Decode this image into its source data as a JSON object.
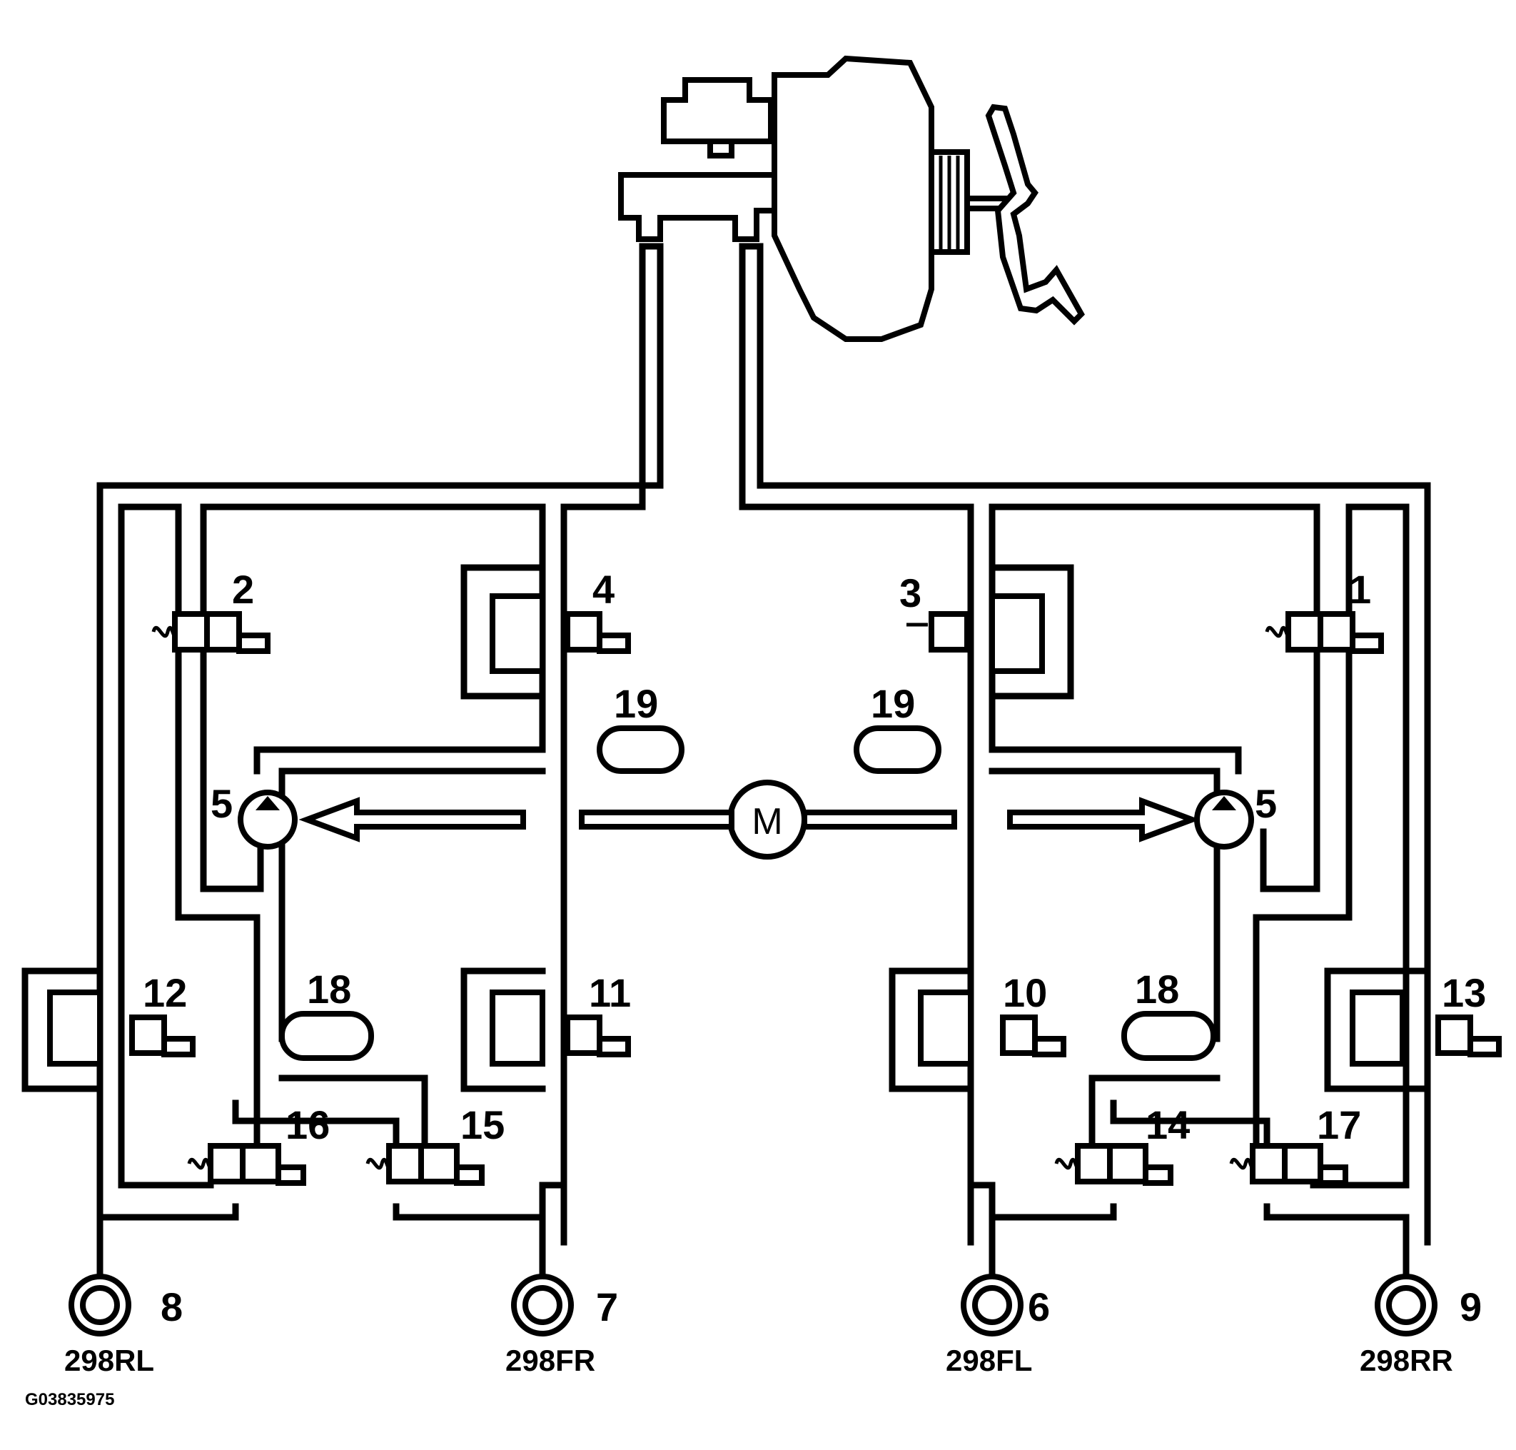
{
  "figure_code": "G03835975",
  "motor_label": "M",
  "component_numbers": {
    "outlet_valve_rl": "2",
    "outlet_valve_rr": "1",
    "outlet_valve_fr": "4",
    "outlet_valve_fl": "3",
    "pump_left": "5",
    "pump_right": "5",
    "damper_left": "19",
    "damper_right": "19",
    "accumulator_left": "18",
    "accumulator_right": "18",
    "inlet_valve_rl": "12",
    "inlet_valve_fr": "11",
    "inlet_valve_fl": "10",
    "inlet_valve_rr": "13",
    "switch_valve_16": "16",
    "switch_valve_15": "15",
    "switch_valve_14": "14",
    "switch_valve_17": "17",
    "brake_rl": "8",
    "brake_fr": "7",
    "brake_fl": "6",
    "brake_rr": "9"
  },
  "wheel_labels": {
    "rl": "298RL",
    "fr": "298FR",
    "fl": "298FL",
    "rr": "298RR"
  }
}
